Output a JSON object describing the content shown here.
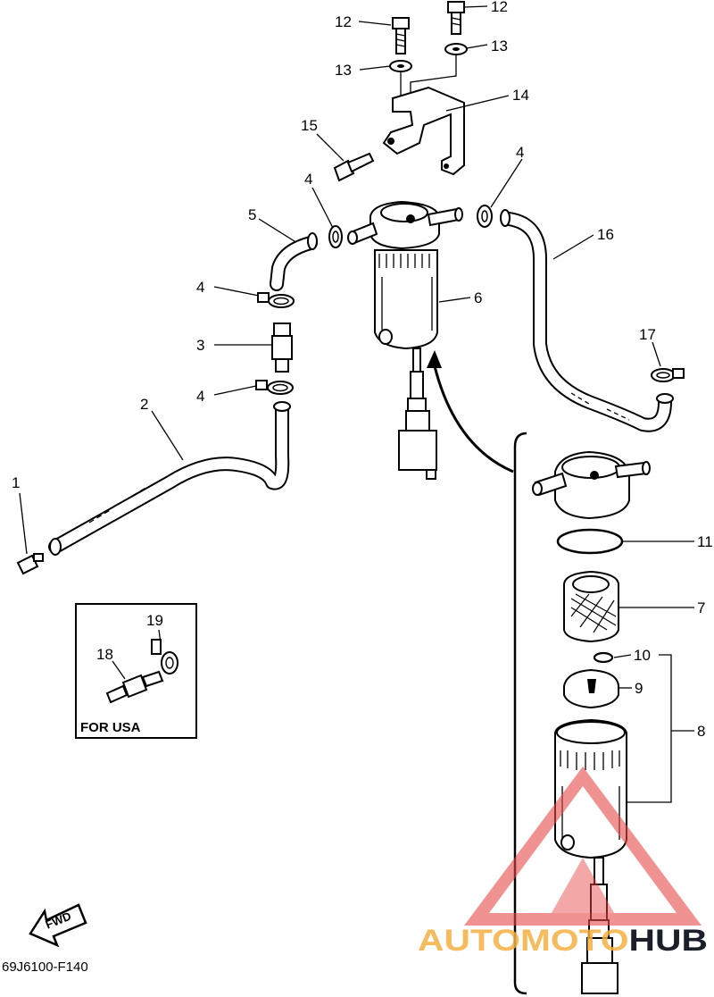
{
  "diagram": {
    "callouts": [
      {
        "id": "c1",
        "label": "1"
      },
      {
        "id": "c2",
        "label": "2"
      },
      {
        "id": "c3",
        "label": "3"
      },
      {
        "id": "c4a",
        "label": "4"
      },
      {
        "id": "c4b",
        "label": "4"
      },
      {
        "id": "c4c",
        "label": "4"
      },
      {
        "id": "c4d",
        "label": "4"
      },
      {
        "id": "c5",
        "label": "5"
      },
      {
        "id": "c6",
        "label": "6"
      },
      {
        "id": "c7",
        "label": "7"
      },
      {
        "id": "c8",
        "label": "8"
      },
      {
        "id": "c9",
        "label": "9"
      },
      {
        "id": "c10",
        "label": "10"
      },
      {
        "id": "c11",
        "label": "11"
      },
      {
        "id": "c12a",
        "label": "12"
      },
      {
        "id": "c12b",
        "label": "12"
      },
      {
        "id": "c13a",
        "label": "13"
      },
      {
        "id": "c13b",
        "label": "13"
      },
      {
        "id": "c14",
        "label": "14"
      },
      {
        "id": "c15",
        "label": "15"
      },
      {
        "id": "c16",
        "label": "16"
      },
      {
        "id": "c17",
        "label": "17"
      },
      {
        "id": "c18",
        "label": "18"
      },
      {
        "id": "c19",
        "label": "19"
      }
    ],
    "inset_caption": "FOR USA",
    "direction_badge": "FWD",
    "figure_code": "69J6100-F140"
  },
  "watermark": {
    "text_part1": "AUTOMOTO",
    "text_part2": "HUB",
    "color_part1": "#f5b041",
    "color_part2": "#1b1f2a",
    "triangle_color": "#e84a4a"
  }
}
